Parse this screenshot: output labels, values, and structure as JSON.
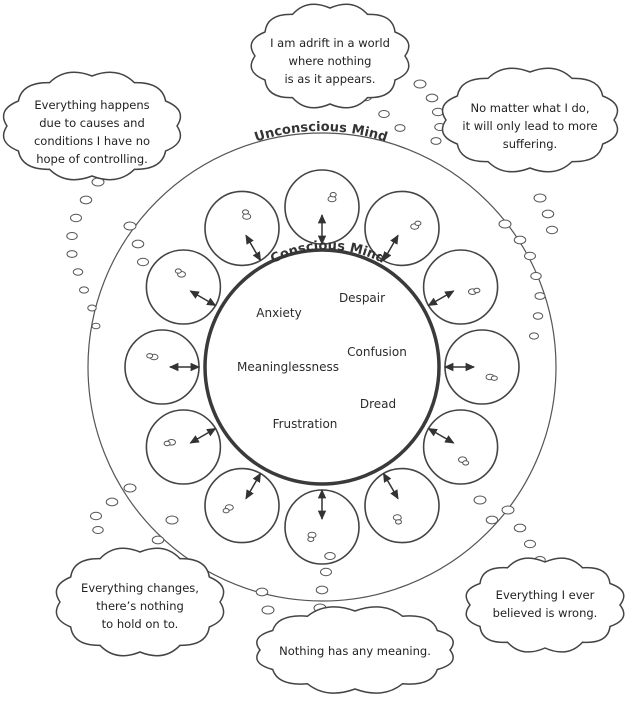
{
  "diagram": {
    "outer_ring_label": "Unconscious Mind",
    "inner_circle_label": "Conscious Mind",
    "inner_labels": [
      "Anxiety",
      "Despair",
      "Meaninglessness",
      "Confusion",
      "Dread",
      "Frustration"
    ],
    "clouds": [
      {
        "id": "adrift",
        "lines": [
          "I am adrift in a world",
          "where nothing",
          "is as it appears."
        ]
      },
      {
        "id": "causes",
        "lines": [
          "Everything happens",
          "due to causes and",
          "conditions I have no",
          "hope of controlling."
        ]
      },
      {
        "id": "no-matter",
        "lines": [
          "No matter what I do,",
          "it will only lead to more",
          "suffering."
        ]
      },
      {
        "id": "changes",
        "lines": [
          "Everything changes,",
          "there’s nothing",
          "to hold on to."
        ]
      },
      {
        "id": "believed",
        "lines": [
          "Everything I ever",
          "believed is wrong."
        ]
      },
      {
        "id": "meaning",
        "lines": [
          "Nothing has any meaning."
        ]
      }
    ],
    "colors": {
      "stroke": "#444444",
      "heavy": "#3a3a3a",
      "text": "#222222"
    }
  }
}
